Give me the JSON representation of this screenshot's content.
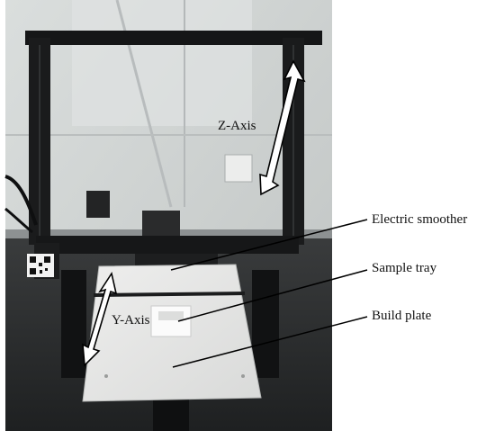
{
  "figure": {
    "labels": {
      "z_axis": "Z-Axis",
      "y_axis": "Y-Axis",
      "electric_smoother": "Electric smoother",
      "sample_tray": "Sample tray",
      "build_plate": "Build plate"
    },
    "colors": {
      "wall": "#cfd3d2",
      "frame": "#151617",
      "plate": "#e6e7e6",
      "floor": "#2d2f30",
      "arrow_fill": "#ffffff",
      "arrow_stroke": "#000000",
      "leader": "#000000"
    }
  }
}
